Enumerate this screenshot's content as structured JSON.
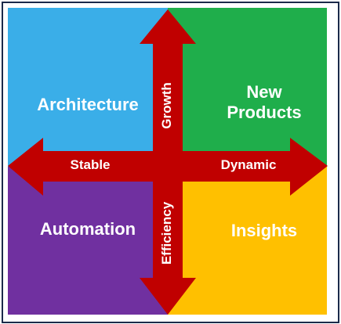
{
  "quadrants": {
    "top_left": {
      "label": "Architecture",
      "color": "#3aaee8"
    },
    "top_right": {
      "label_line1": "New",
      "label_line2": "Products",
      "color": "#1fae4b"
    },
    "bottom_left": {
      "label": "Automation",
      "color": "#7030a0"
    },
    "bottom_right": {
      "label": "Insights",
      "color": "#ffc000"
    }
  },
  "arrows": {
    "color": "#c00000",
    "up": "Growth",
    "down": "Efficiency",
    "left": "Stable",
    "right": "Dynamic"
  }
}
